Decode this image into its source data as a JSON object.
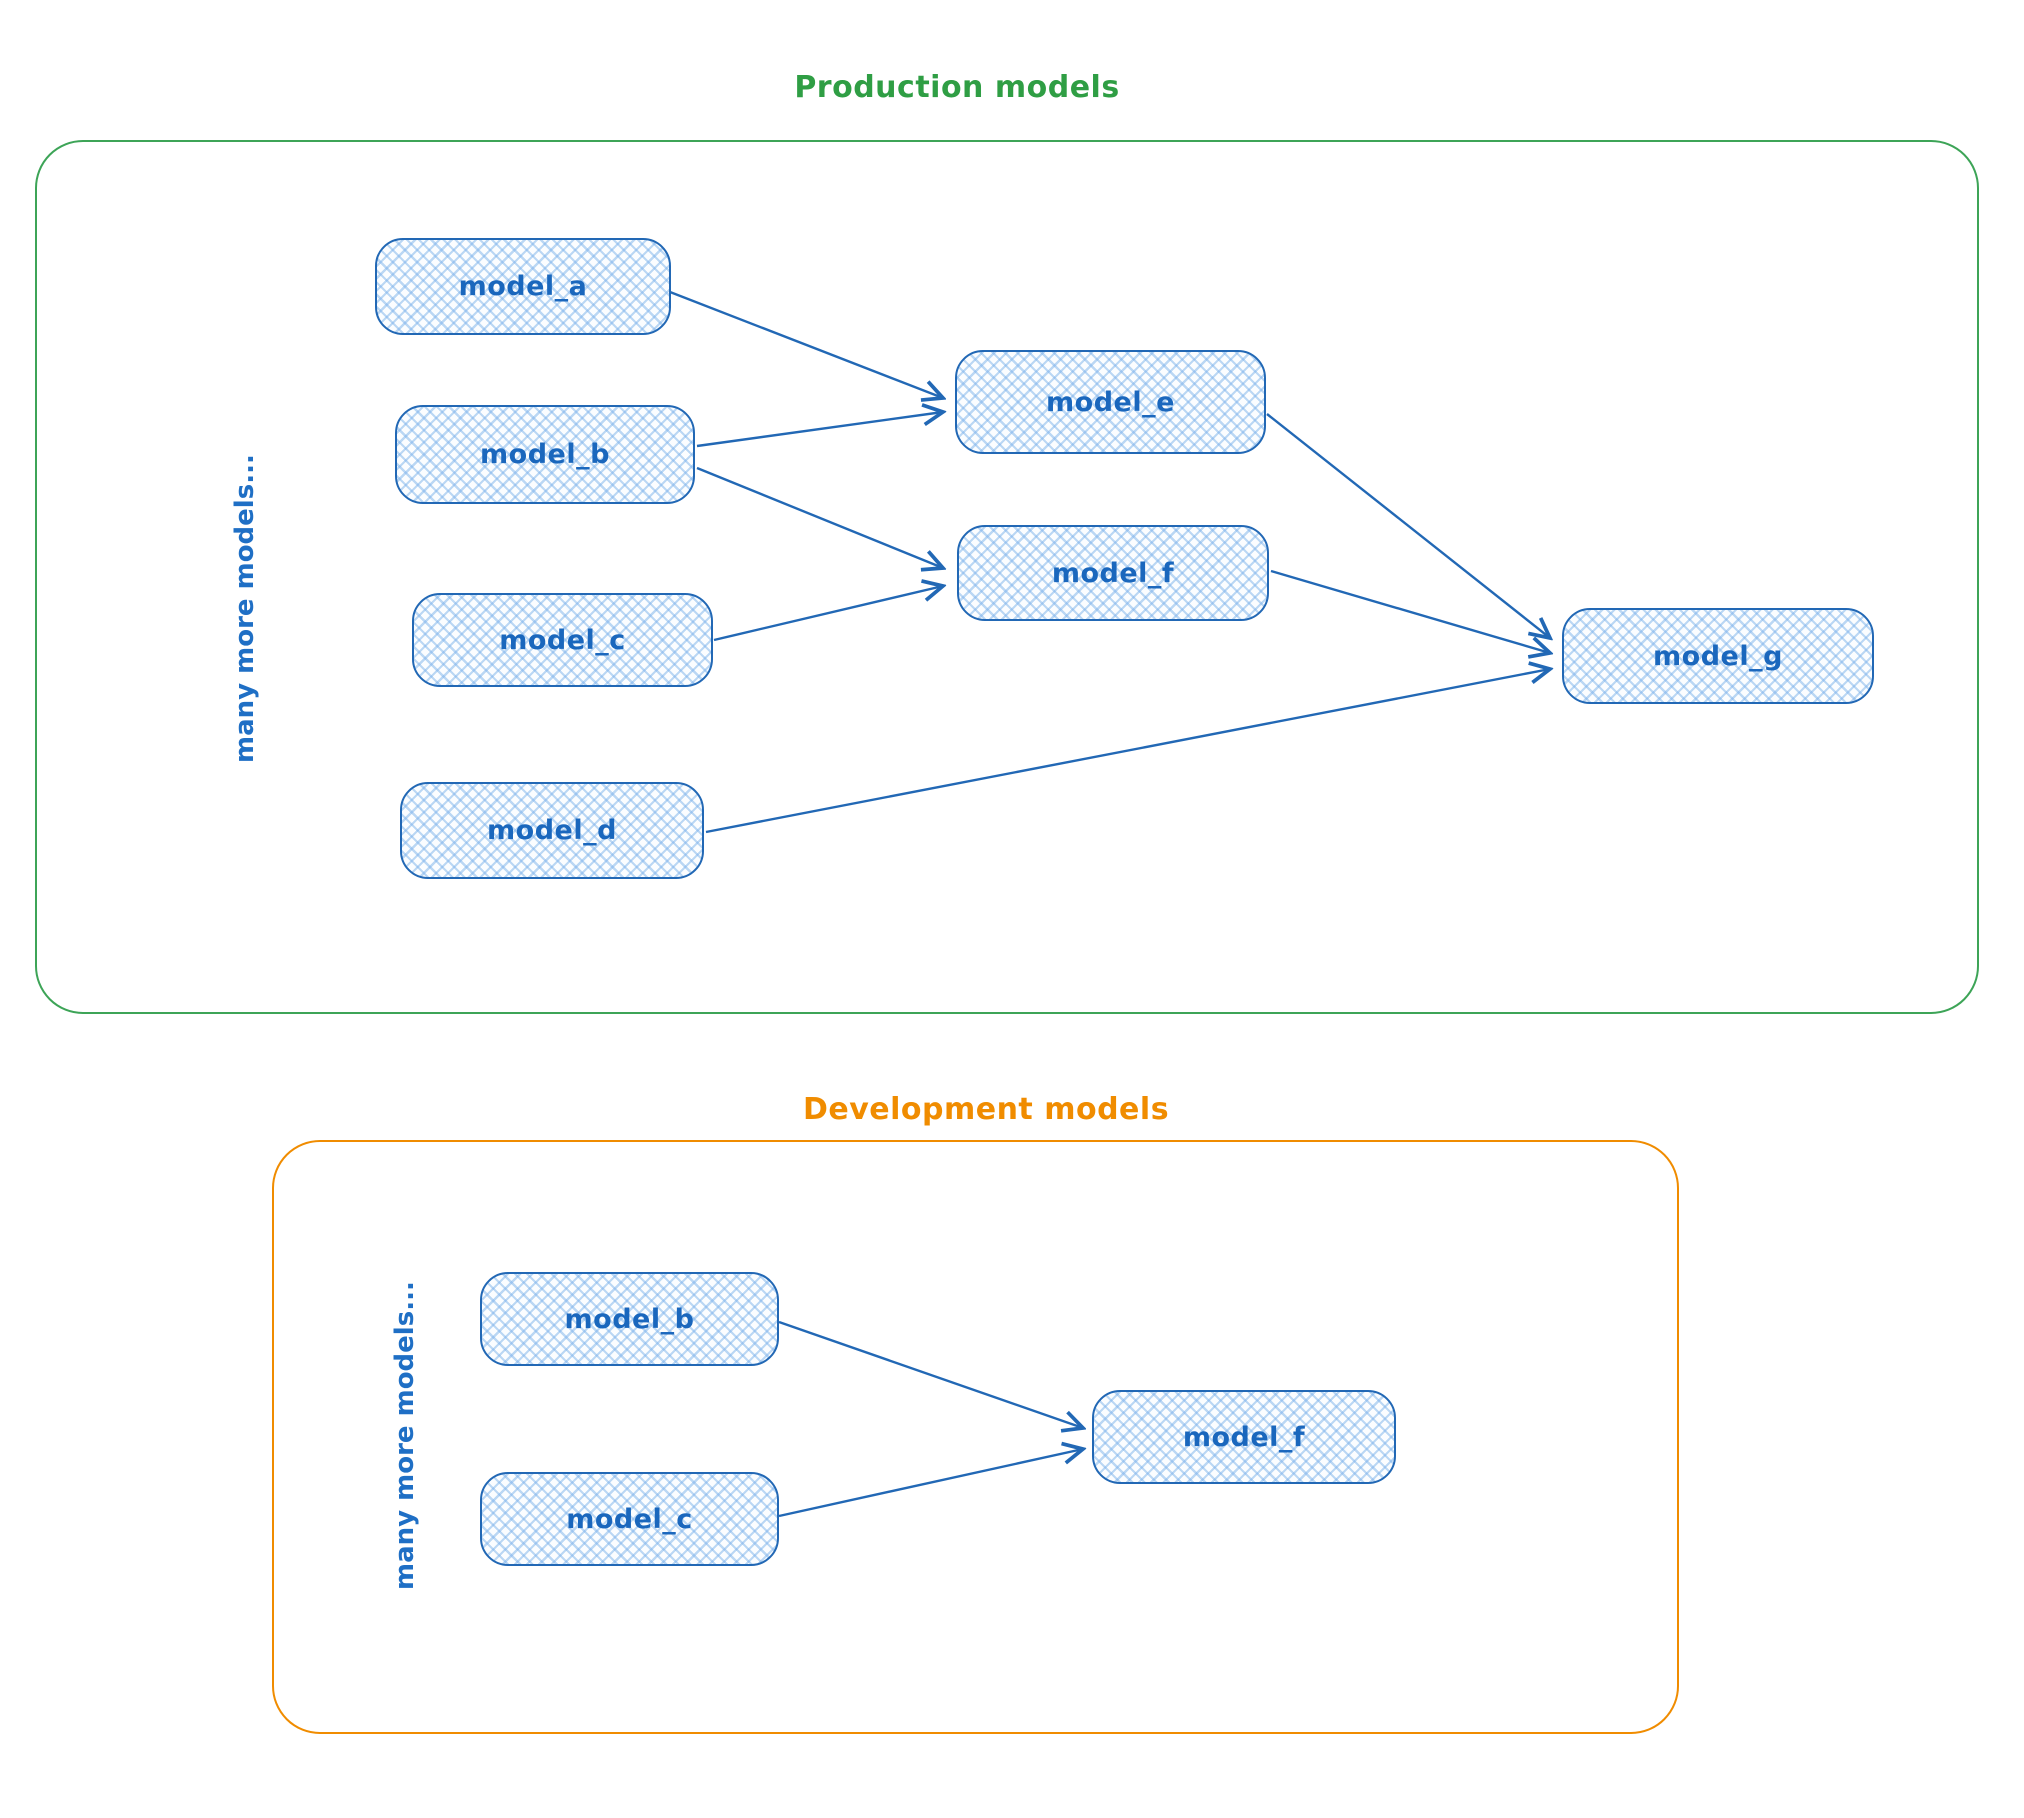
{
  "diagram": {
    "node_color": "#1a67bd",
    "production": {
      "title": "Production models",
      "accent_color": "#2f9e44",
      "side_label": "many more models...",
      "nodes": [
        {
          "id": "model_a",
          "label": "model_a"
        },
        {
          "id": "model_b",
          "label": "model_b"
        },
        {
          "id": "model_c",
          "label": "model_c"
        },
        {
          "id": "model_d",
          "label": "model_d"
        },
        {
          "id": "model_e",
          "label": "model_e"
        },
        {
          "id": "model_f",
          "label": "model_f"
        },
        {
          "id": "model_g",
          "label": "model_g"
        }
      ],
      "edges": [
        {
          "from": "model_a",
          "to": "model_e"
        },
        {
          "from": "model_b",
          "to": "model_e"
        },
        {
          "from": "model_b",
          "to": "model_f"
        },
        {
          "from": "model_c",
          "to": "model_f"
        },
        {
          "from": "model_e",
          "to": "model_g"
        },
        {
          "from": "model_f",
          "to": "model_g"
        },
        {
          "from": "model_d",
          "to": "model_g"
        }
      ]
    },
    "development": {
      "title": "Development models",
      "accent_color": "#f08c00",
      "side_label": "many more models...",
      "nodes": [
        {
          "id": "model_b",
          "label": "model_b"
        },
        {
          "id": "model_c",
          "label": "model_c"
        },
        {
          "id": "model_f",
          "label": "model_f"
        }
      ],
      "edges": [
        {
          "from": "model_b",
          "to": "model_f"
        },
        {
          "from": "model_c",
          "to": "model_f"
        }
      ]
    }
  }
}
